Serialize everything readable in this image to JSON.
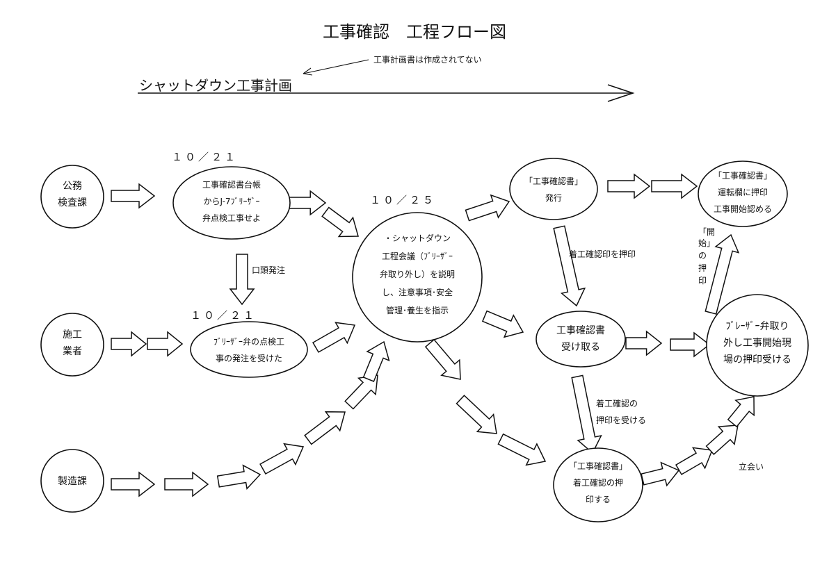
{
  "title": "工事確認　工程フロー図",
  "top_note": "工事計画書は作成されてない",
  "shutdown_label": "シャットダウン工事計画",
  "dates": {
    "d1021_top": "１０／２１",
    "d1021_bottom": "１０／２１",
    "d1025": "１０／２５"
  },
  "nodes": {
    "koumu": [
      "公務",
      "検査課"
    ],
    "sekou": [
      "施工",
      "業者"
    ],
    "seizou": [
      "製造課"
    ],
    "daichou": [
      "工事確認書台帳",
      "からJ-7ﾌﾞﾘｰｻﾞｰ",
      "弁点検工事せよ"
    ],
    "hacchuu_uketa": [
      "ﾌﾞﾘｰｻﾞｰ弁の点検工",
      "事の発注を受けた"
    ],
    "kaigi": [
      "・シャットダウン",
      "工程会議（ﾌﾞﾘｰｻﾞｰ",
      "弁取り外し）を説明",
      "し、注意事項･安全",
      "管理･養生を指示"
    ],
    "hakkou": [
      "「工事確認書」",
      "発行"
    ],
    "untenran": [
      "「工事確認書」",
      "運転欄に押印",
      "工事開始認める"
    ],
    "uketoru": [
      "工事確認書",
      "受け取る"
    ],
    "genba": [
      "ﾌﾞﾚｰｻﾞｰ弁取り",
      "外し工事開始現",
      "場の押印受ける"
    ],
    "chakkou_oin": [
      "「工事確認書」",
      "着工確認の押",
      "印する"
    ]
  },
  "arrow_labels": {
    "koutou": "口頭発注",
    "chakkou_in": "着工確認印を押印",
    "chakkou_uke": [
      "着工確認の",
      "押印を受ける"
    ],
    "kaishi": [
      "「開",
      "始」",
      "の",
      "押",
      "印"
    ],
    "tachiai": "立会い"
  }
}
